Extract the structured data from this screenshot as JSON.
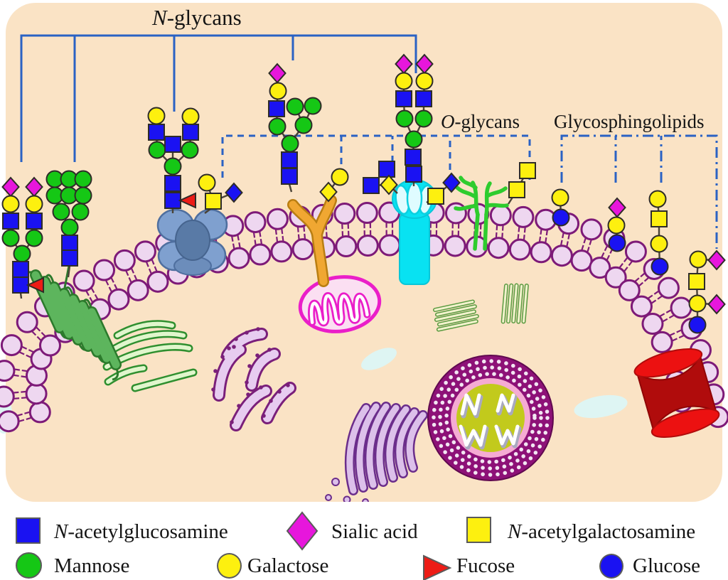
{
  "figure": {
    "panel_fill": "#fae3c5",
    "bracket_color": "#2a62c4",
    "link_color": "#4a4336",
    "membrane_outline": "#7d1a78",
    "membrane_head_fill": "#eed7f0",
    "text_color": "#141414"
  },
  "titles": {
    "n_glycans": {
      "prefix": "N",
      "rest": "-glycans"
    },
    "o_glycans": {
      "prefix": "O",
      "rest": "-glycans"
    },
    "glycosphingolipids": {
      "prefix": "",
      "rest": "Glycosphingolipids"
    }
  },
  "monosaccharides": {
    "glcnac": {
      "label_prefix": "N",
      "label_rest": "-acetylglucosamine",
      "shape": "square",
      "color": "#1a12f2"
    },
    "sialic": {
      "label": "Sialic acid",
      "shape": "diamond",
      "color": "#e716dc"
    },
    "galnac": {
      "label_prefix": "N",
      "label_rest": "-acetylgalactosamine",
      "shape": "square",
      "color": "#fdf00f"
    },
    "mannose": {
      "label": "Mannose",
      "shape": "circle",
      "color": "#15c715"
    },
    "galactose": {
      "label": "Galactose",
      "shape": "circle",
      "color": "#fdf00f"
    },
    "fucose": {
      "label": "Fucose",
      "shape": "triangle",
      "color": "#ed1c16"
    },
    "glucose": {
      "label": "Glucose",
      "shape": "circle",
      "color": "#1a12f2"
    }
  },
  "legend": {
    "row1": [
      "glcnac",
      "sialic",
      "galnac"
    ],
    "row2": [
      "mannose",
      "galactose",
      "fucose",
      "glucose"
    ]
  }
}
